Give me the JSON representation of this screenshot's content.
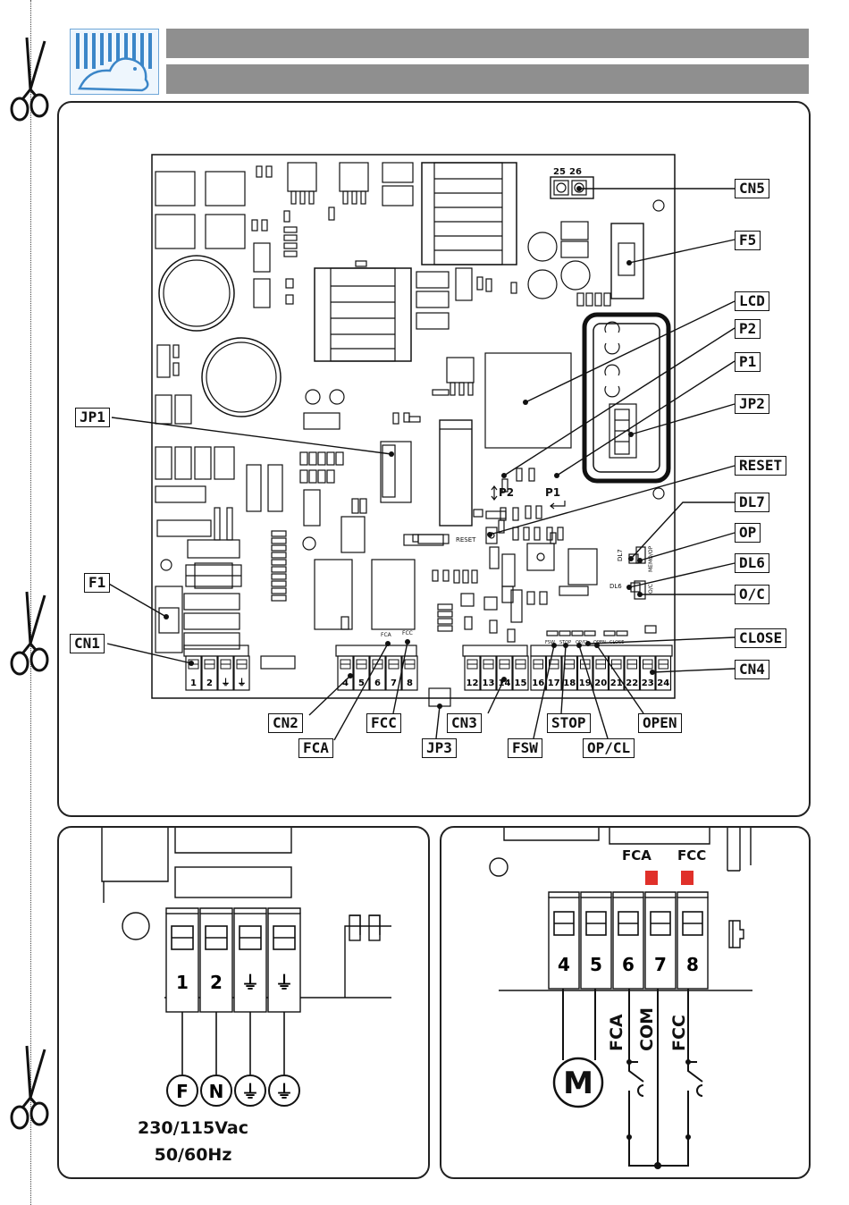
{
  "board": {
    "pcb_text": {
      "cn5_terminals": [
        "25",
        "26"
      ],
      "p2": "P2",
      "p1": "P1",
      "reset": "RESET",
      "dl7": "DL7",
      "dl6": "DL6",
      "memo_op": "MEMO/OP",
      "oc": "O/C",
      "fca_small": "FCA",
      "fcc_small": "FCC",
      "fsw_small": "FSW",
      "stop_small": "STOP",
      "opcl_small": "OP/CL",
      "open_small": "OPEN",
      "close_small": "CLOSE"
    },
    "terminals_cn1": [
      "1",
      "2",
      "⏚",
      "⏚"
    ],
    "terminals_cn2": [
      "4",
      "5",
      "6",
      "7",
      "8"
    ],
    "terminals_cn3": [
      "12",
      "13",
      "14",
      "15"
    ],
    "terminals_cn4": [
      "16",
      "17",
      "18",
      "19",
      "20",
      "21",
      "22",
      "23",
      "24"
    ],
    "callouts": {
      "cn5": "CN5",
      "f5": "F5",
      "lcd": "LCD",
      "p2": "P2",
      "p1": "P1",
      "jp2": "JP2",
      "reset": "RESET",
      "dl7": "DL7",
      "op": "OP",
      "dl6": "DL6",
      "oc": "O/C",
      "close": "CLOSE",
      "cn4": "CN4",
      "jp1": "JP1",
      "f1": "F1",
      "cn1": "CN1",
      "cn2": "CN2",
      "fca": "FCA",
      "fcc": "FCC",
      "jp3": "JP3",
      "cn3": "CN3",
      "stop": "STOP",
      "fsw": "FSW",
      "opcl": "OP/CL",
      "open": "OPEN"
    }
  },
  "power_detail": {
    "terminals": [
      "1",
      "2",
      "⏚",
      "⏚"
    ],
    "circles": [
      "F",
      "N",
      "⏚",
      "⏚"
    ],
    "voltage": "230/115Vac",
    "frequency": "50/60Hz"
  },
  "motor_detail": {
    "top_labels": [
      "FCA",
      "FCC"
    ],
    "terminals": [
      "4",
      "5",
      "6",
      "7",
      "8"
    ],
    "motor": "M",
    "wire_labels": [
      "FCA",
      "COM",
      "FCC"
    ]
  },
  "colors": {
    "header_bar": "#8f8f8f",
    "led_red": "#e0302a",
    "logo_blue": "#3b86c8"
  }
}
